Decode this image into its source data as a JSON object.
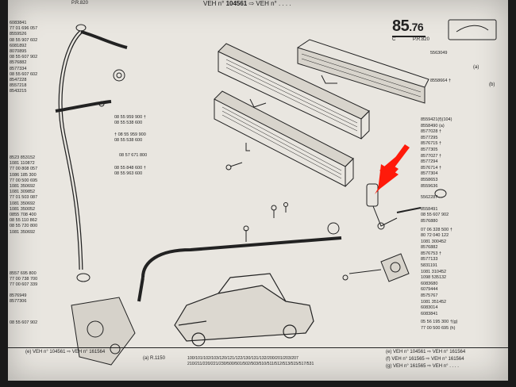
{
  "header": {
    "veh_prefix": "VEH n°",
    "veh_number": "104561",
    "veh_arrow_text": "⇨ VEH n°",
    "veh_dots": ". . . .",
    "page_number": "85",
    "page_decimal": ".76",
    "sub_c": "C",
    "sub_pr": "P.R.820",
    "top_left_pr": "P.R.820"
  },
  "left_parts": [
    "6083841",
    "77 01 696 057",
    "8559526",
    "08 55 907 602",
    "6081892",
    "8070895",
    "08 55 607 902",
    "8576882",
    "8577334",
    "08 55 607 602",
    "8547228",
    "8557218",
    "8543215"
  ],
  "left_parts_lower": [
    "8523 853152",
    "1081 110872",
    "77 00 808 057",
    "1086 185 300",
    "77 00 500 695",
    "1081 350692",
    "1081 309852",
    "77 01 503 087",
    "1081 350692",
    "1081 350052",
    "0855 708 400",
    "08 55 110 862",
    "08 55 720 800",
    "1081 350692"
  ],
  "left_parts_bottom": [
    "8557 695 800",
    "77 00 738 700",
    "77 00 607 339",
    "8576949",
    "8577306",
    "08 55 607 902"
  ],
  "mid_callouts": [
    {
      "a": "08 55 959 900",
      "b": "08 55 538 600",
      "dagger": "†"
    },
    {
      "a": "08 55 959 900",
      "b": "08 55 538 600",
      "dagger": "†"
    },
    {
      "a": "08 57 671 800",
      "b": "",
      "dagger": ""
    },
    {
      "a": "08 55 848 600",
      "b": "08 55 963 600",
      "dagger": "†"
    }
  ],
  "right_parts_top": [
    {
      "num": "5563049",
      "tag": ""
    },
    {
      "num": "8558664",
      "tag": "†"
    }
  ],
  "right_tag_a": "(a)",
  "right_tag_b": "(b)",
  "right_parts_mid": [
    {
      "num": "8559421",
      "tag": "(f)(104)"
    },
    {
      "num": "8558490",
      "tag": "(a)"
    },
    {
      "num": "8577028",
      "tag": "†"
    },
    {
      "num": "8577295",
      "tag": ""
    },
    {
      "num": "8576715",
      "tag": "†"
    },
    {
      "num": "8577305",
      "tag": ""
    },
    {
      "num": "8577027",
      "tag": "†"
    },
    {
      "num": "8577294",
      "tag": ""
    },
    {
      "num": "8576714",
      "tag": "†"
    },
    {
      "num": "8577304",
      "tag": ""
    },
    {
      "num": "8558653",
      "tag": ""
    },
    {
      "num": "8559636",
      "tag": ""
    },
    {
      "num": "5562287",
      "tag": ""
    },
    {
      "num": "8558491",
      "tag": ""
    },
    {
      "num": "08 55 607 902",
      "tag": ""
    },
    {
      "num": "8576880",
      "tag": ""
    },
    {
      "num": "07 06 328 500",
      "tag": "†"
    },
    {
      "num": "80 72 040 122",
      "tag": ""
    },
    {
      "num": "1081 300452",
      "tag": ""
    },
    {
      "num": "8576882",
      "tag": ""
    },
    {
      "num": "8576753",
      "tag": "†"
    },
    {
      "num": "8577133",
      "tag": ""
    },
    {
      "num": "5831191",
      "tag": ""
    },
    {
      "num": "1081 310452",
      "tag": ""
    },
    {
      "num": "1098 535132",
      "tag": ""
    },
    {
      "num": "6083680",
      "tag": ""
    },
    {
      "num": "6079444",
      "tag": ""
    },
    {
      "num": "8575767",
      "tag": ""
    },
    {
      "num": "1081 351452",
      "tag": ""
    },
    {
      "num": "6083014",
      "tag": ""
    },
    {
      "num": "6083841",
      "tag": ""
    },
    {
      "num": "05 56 195 300",
      "tag": "†(g)"
    },
    {
      "num": "77 00 500 695",
      "tag": "(h)"
    }
  ],
  "footer": {
    "row1_left": "(e) VEH n° 104561 ⇨ VEH n° 161564",
    "row1_right": "(e) VEH n° 104561 ⇨ VEH n° 161564",
    "row2_left": "(a) R.1150",
    "row2_mid": "100/101/102/103/120/121/122/130/131/132/200/201/203/207",
    "row3_mid": "210/211/220/221/230/500/501/502/503/510/511/512/513/515/517/531",
    "row2_right": "(f) VEH n° 161565 ⇨ VEH n° 161564",
    "row3_right": "(g) VEH n° 161565 ⇨ VEH n° . . . ."
  },
  "colors": {
    "paper": "#e9e6e0",
    "ink": "#222222",
    "arrow": "#ff1a0a",
    "background": "#1a1a1a"
  }
}
